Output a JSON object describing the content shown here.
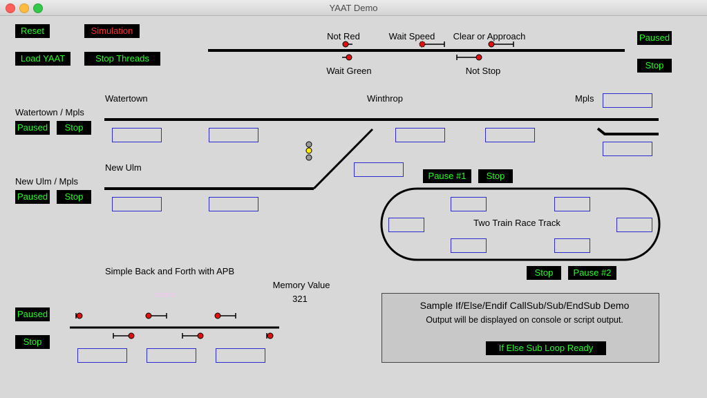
{
  "window": {
    "title": "YAAT Demo"
  },
  "controls": {
    "reset": "Reset",
    "simulation": "Simulation",
    "load_yaat": "Load YAAT",
    "stop_threads": "Stop Threads",
    "paused": "Paused",
    "stop": "Stop"
  },
  "signals_demo": {
    "not_red": "Not Red",
    "wait_speed": "Wait Speed",
    "clear_or_approach": "Clear or Approach",
    "wait_green": "Wait Green",
    "not_stop": "Not Stop",
    "paused": "Paused",
    "stop": "Stop"
  },
  "layout_labels": {
    "watertown": "Watertown",
    "winthrop": "Winthrop",
    "mpls": "Mpls",
    "new_ulm": "New Ulm",
    "watertown_mpls": "Watertown / Mpls",
    "new_ulm_mpls": "New Ulm / Mpls"
  },
  "watertown_controls": {
    "paused": "Paused",
    "stop": "Stop"
  },
  "newulm_controls": {
    "paused": "Paused",
    "stop": "Stop"
  },
  "race_track": {
    "label": "Two Train Race Track",
    "pause1": "Pause #1",
    "stop_top": "Stop",
    "stop_bottom": "Stop",
    "pause2": "Pause #2"
  },
  "back_forth": {
    "label": "Simple Back and Forth with APB",
    "paused": "Paused",
    "stop": "Stop",
    "arrow": "<==>"
  },
  "memory": {
    "label": "Memory Value",
    "value": "321"
  },
  "demo": {
    "title": "Sample If/Else/Endif CallSub/Sub/EndSub Demo",
    "subtitle": "Output will be displayed on console or script output.",
    "status": "If Else Sub Loop Ready"
  },
  "colors": {
    "button_bg": "#000000",
    "button_text": "#22ff22",
    "simulation_text": "#ff3030",
    "block_border": "#2a2ad0",
    "signal_red": "#dd1111"
  }
}
